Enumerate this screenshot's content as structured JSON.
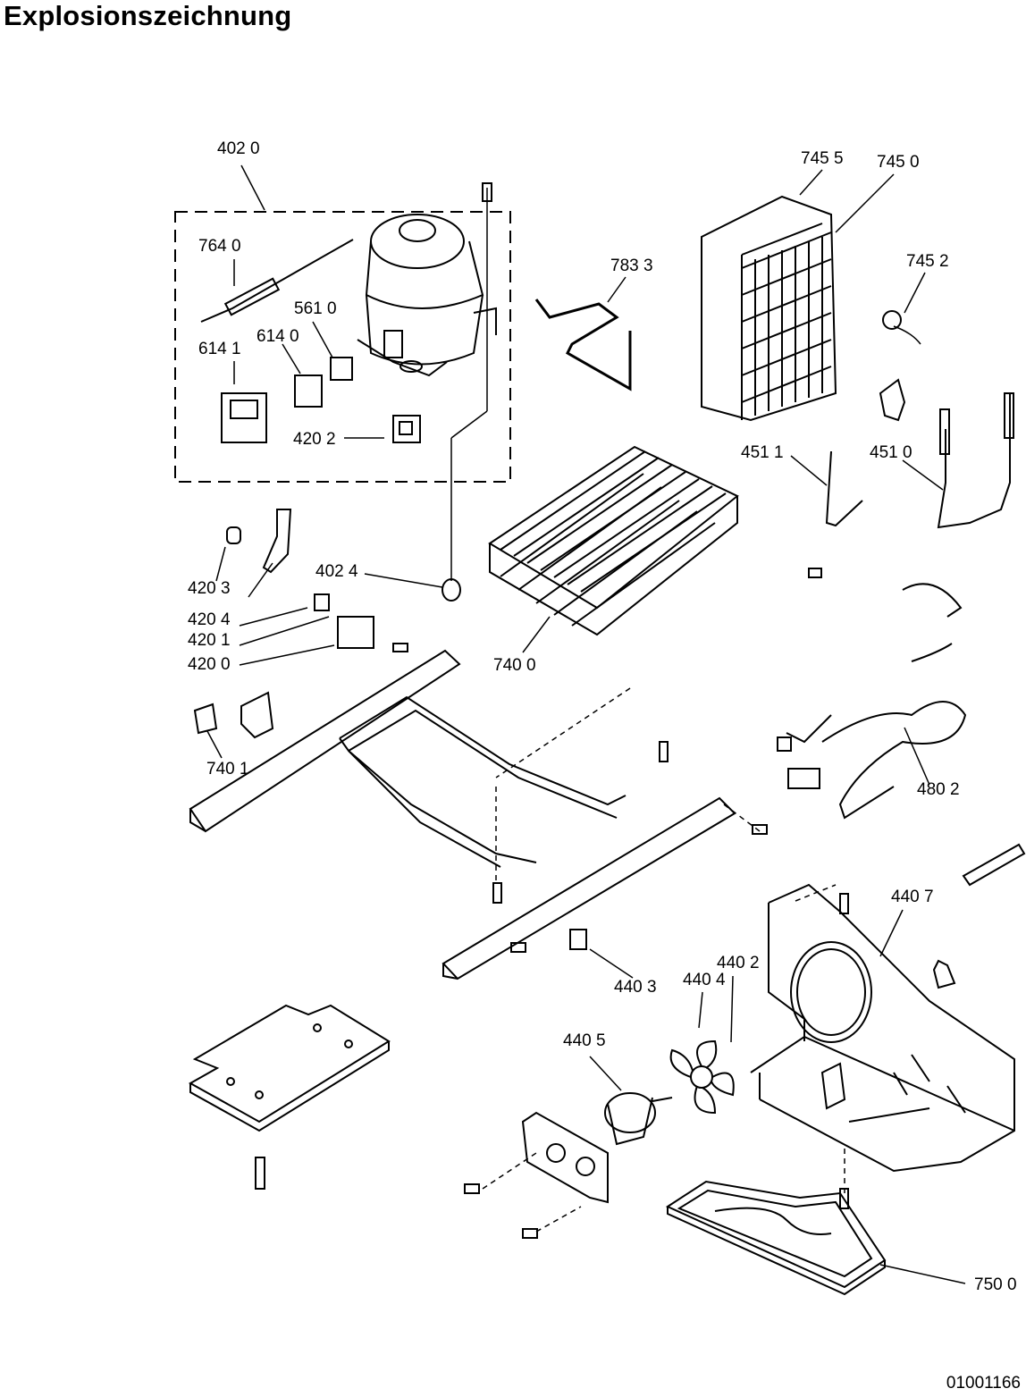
{
  "title": "Explosionszeichnung",
  "document_number": "01001166",
  "callouts": {
    "c4020": "402 0",
    "c7640": "764 0",
    "c5610": "561 0",
    "c6141": "614 1",
    "c6140": "614 0",
    "c4202": "420 2",
    "c7833": "783 3",
    "c7455": "745 5",
    "c7450": "745 0",
    "c7452": "745 2",
    "c4511": "451 1",
    "c4510": "451 0",
    "c4203": "420 3",
    "c4024": "402 4",
    "c4204": "420 4",
    "c4201": "420 1",
    "c4200": "420 0",
    "c7400": "740 0",
    "c7401": "740 1",
    "c4802": "480 2",
    "c4407": "440 7",
    "c4403": "440 3",
    "c4402": "440 2",
    "c4404": "440 4",
    "c4405": "440 5",
    "c7500": "750 0"
  }
}
